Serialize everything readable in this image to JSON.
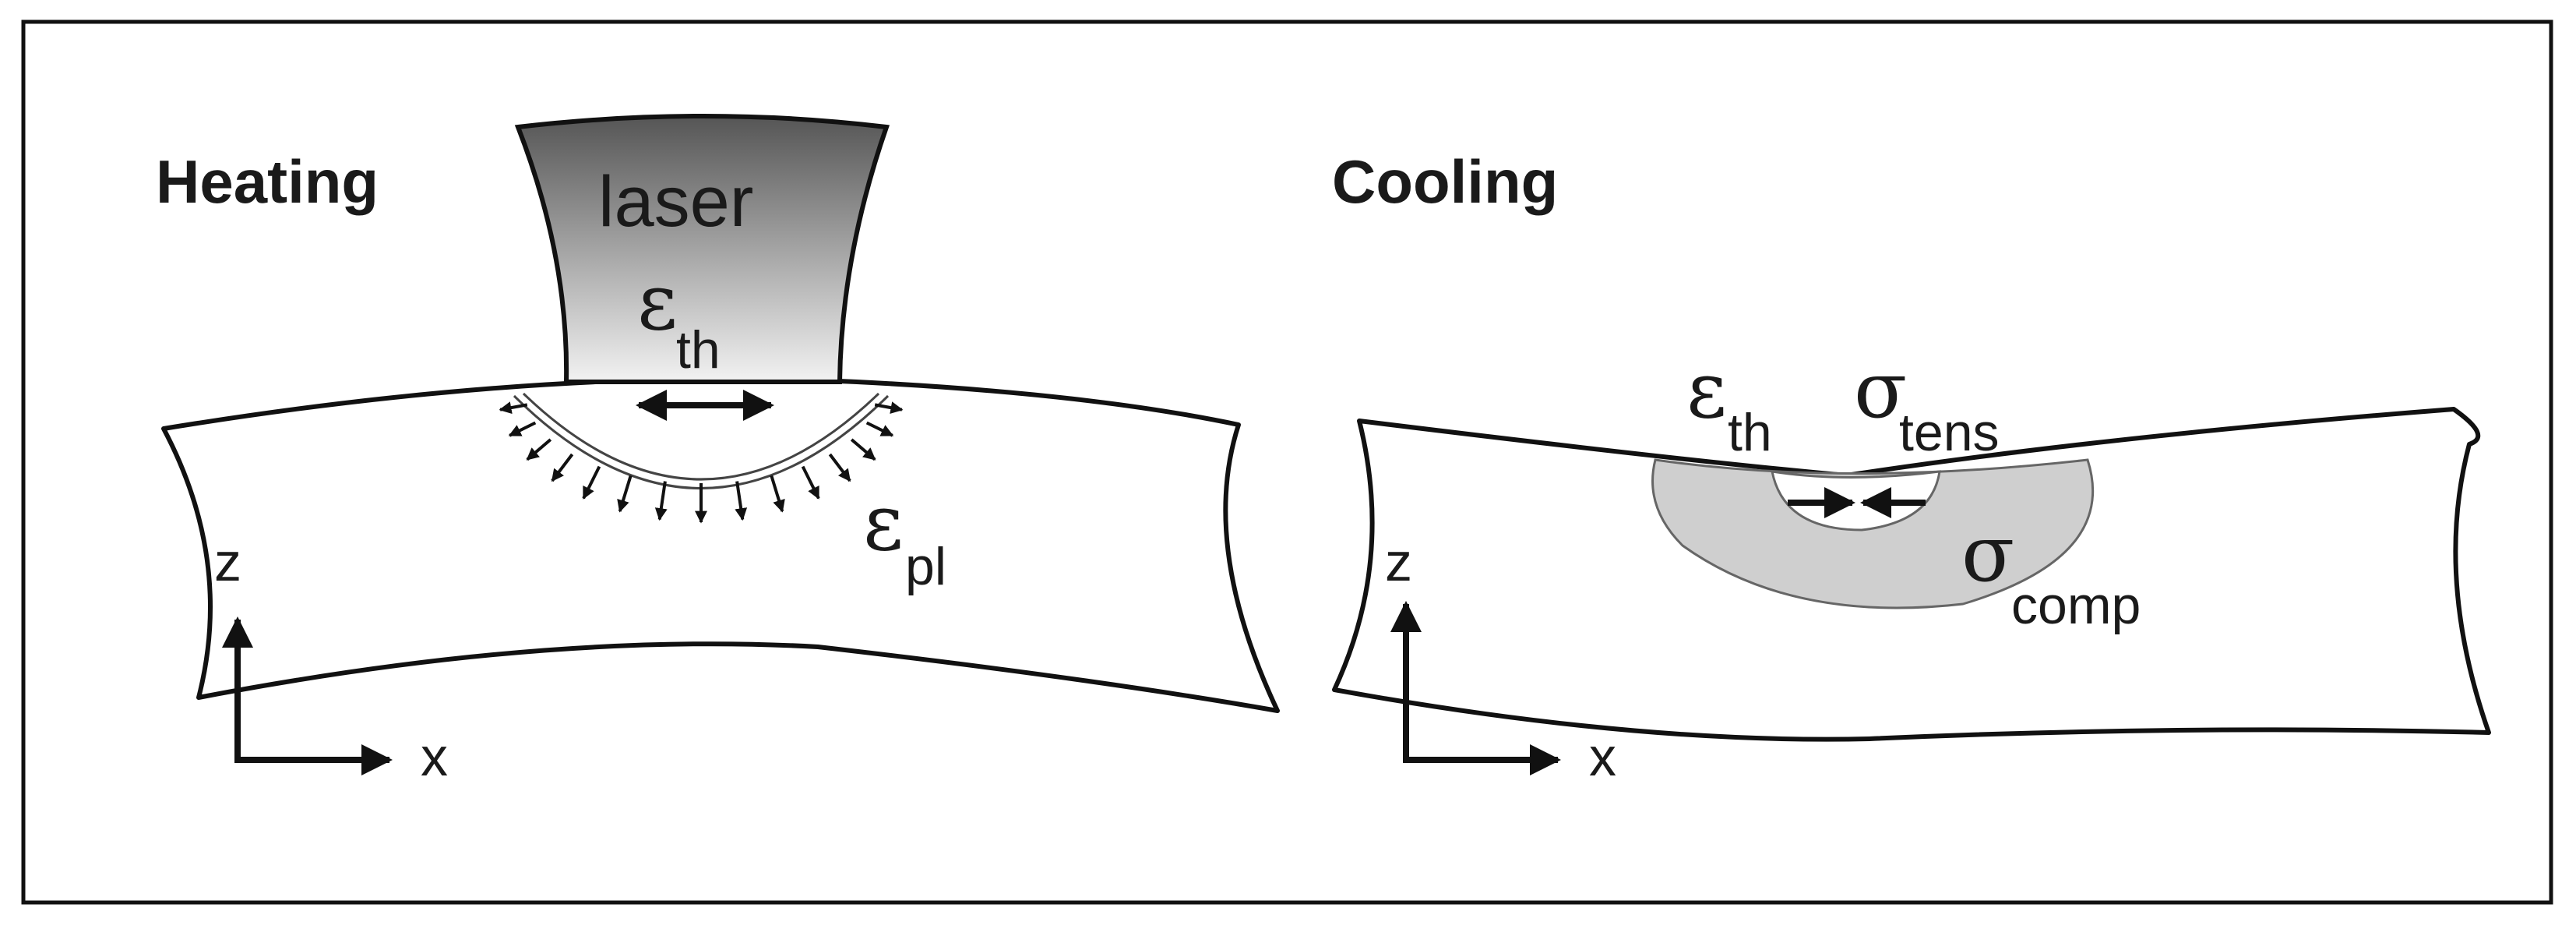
{
  "heating_panel": {
    "title": "Heating",
    "laser_label": "laser",
    "thermal_strain": {
      "symbol": "ε",
      "subscript": "th"
    },
    "plastic_strain": {
      "symbol": "ε",
      "subscript": "pl"
    },
    "axes": {
      "vertical": "z",
      "horizontal": "x"
    }
  },
  "cooling_panel": {
    "title": "Cooling",
    "thermal_strain": {
      "symbol": "ε",
      "subscript": "th"
    },
    "tensile_stress": {
      "symbol": "σ",
      "subscript": "tens"
    },
    "compressive_stress": {
      "symbol": "σ",
      "subscript": "comp"
    },
    "axes": {
      "vertical": "z",
      "horizontal": "x"
    }
  },
  "colors": {
    "line": "#111111",
    "laser_top": "#555555",
    "laser_bottom": "#f2f2f2",
    "compressive_zone": "#cfcfcf",
    "background": "#ffffff"
  }
}
